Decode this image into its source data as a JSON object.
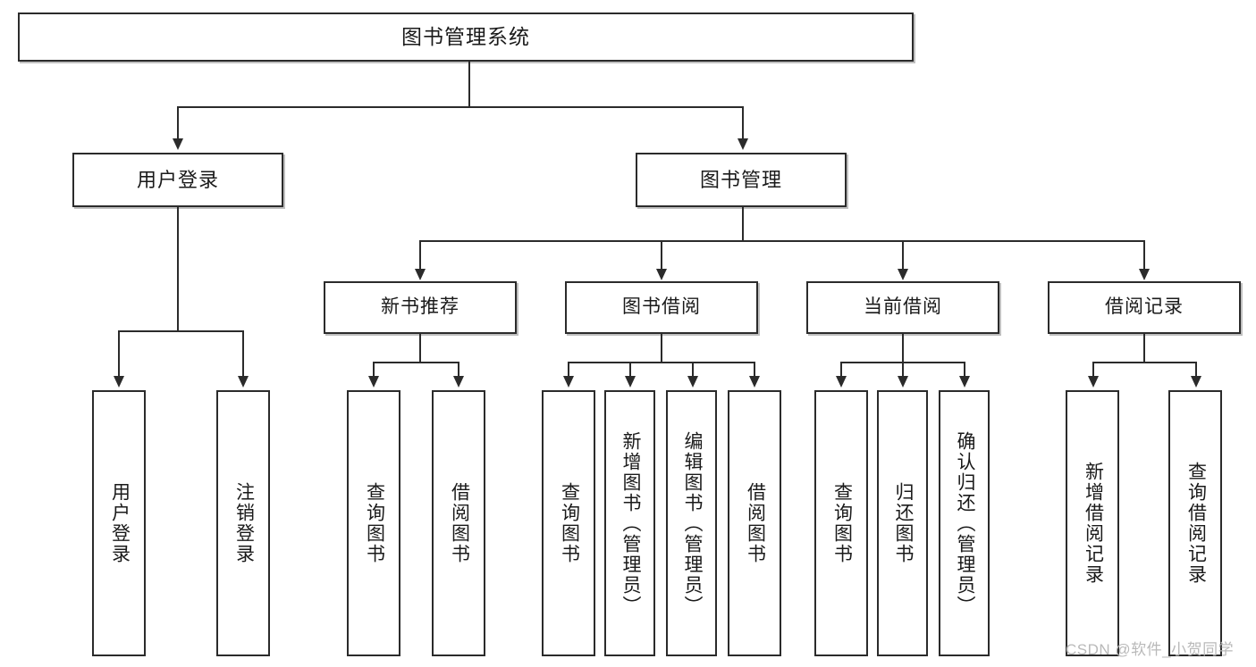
{
  "diagram": {
    "title_box": {
      "label": "图书管理系统"
    },
    "level1": [
      {
        "label": "用户登录"
      },
      {
        "label": "图书管理"
      }
    ],
    "level2": [
      {
        "label": "新书推荐"
      },
      {
        "label": "图书借阅"
      },
      {
        "label": "当前借阅"
      },
      {
        "label": "借阅记录"
      }
    ],
    "leaves": {
      "user_login": [
        {
          "label": "用户登录"
        },
        {
          "label": "注销登录"
        }
      ],
      "new_book_recommend": [
        {
          "label": "查询图书"
        },
        {
          "label": "借阅图书"
        }
      ],
      "book_borrow": [
        {
          "label": "查询图书"
        },
        {
          "label": "新增图书（管理员）"
        },
        {
          "label": "编辑图书（管理员）"
        },
        {
          "label": "借阅图书"
        }
      ],
      "current_borrow": [
        {
          "label": "查询图书"
        },
        {
          "label": "归还图书"
        },
        {
          "label": "确认归还（管理员）"
        }
      ],
      "borrow_record": [
        {
          "label": "新增借阅记录"
        },
        {
          "label": "查询借阅记录"
        }
      ]
    }
  },
  "watermark": {
    "text": "CSDN @软件_小贺同学"
  },
  "colors": {
    "stroke": "#2b2b2b",
    "background": "#ffffff",
    "text": "#1a1a1a",
    "watermark": "#b9b9b9"
  }
}
